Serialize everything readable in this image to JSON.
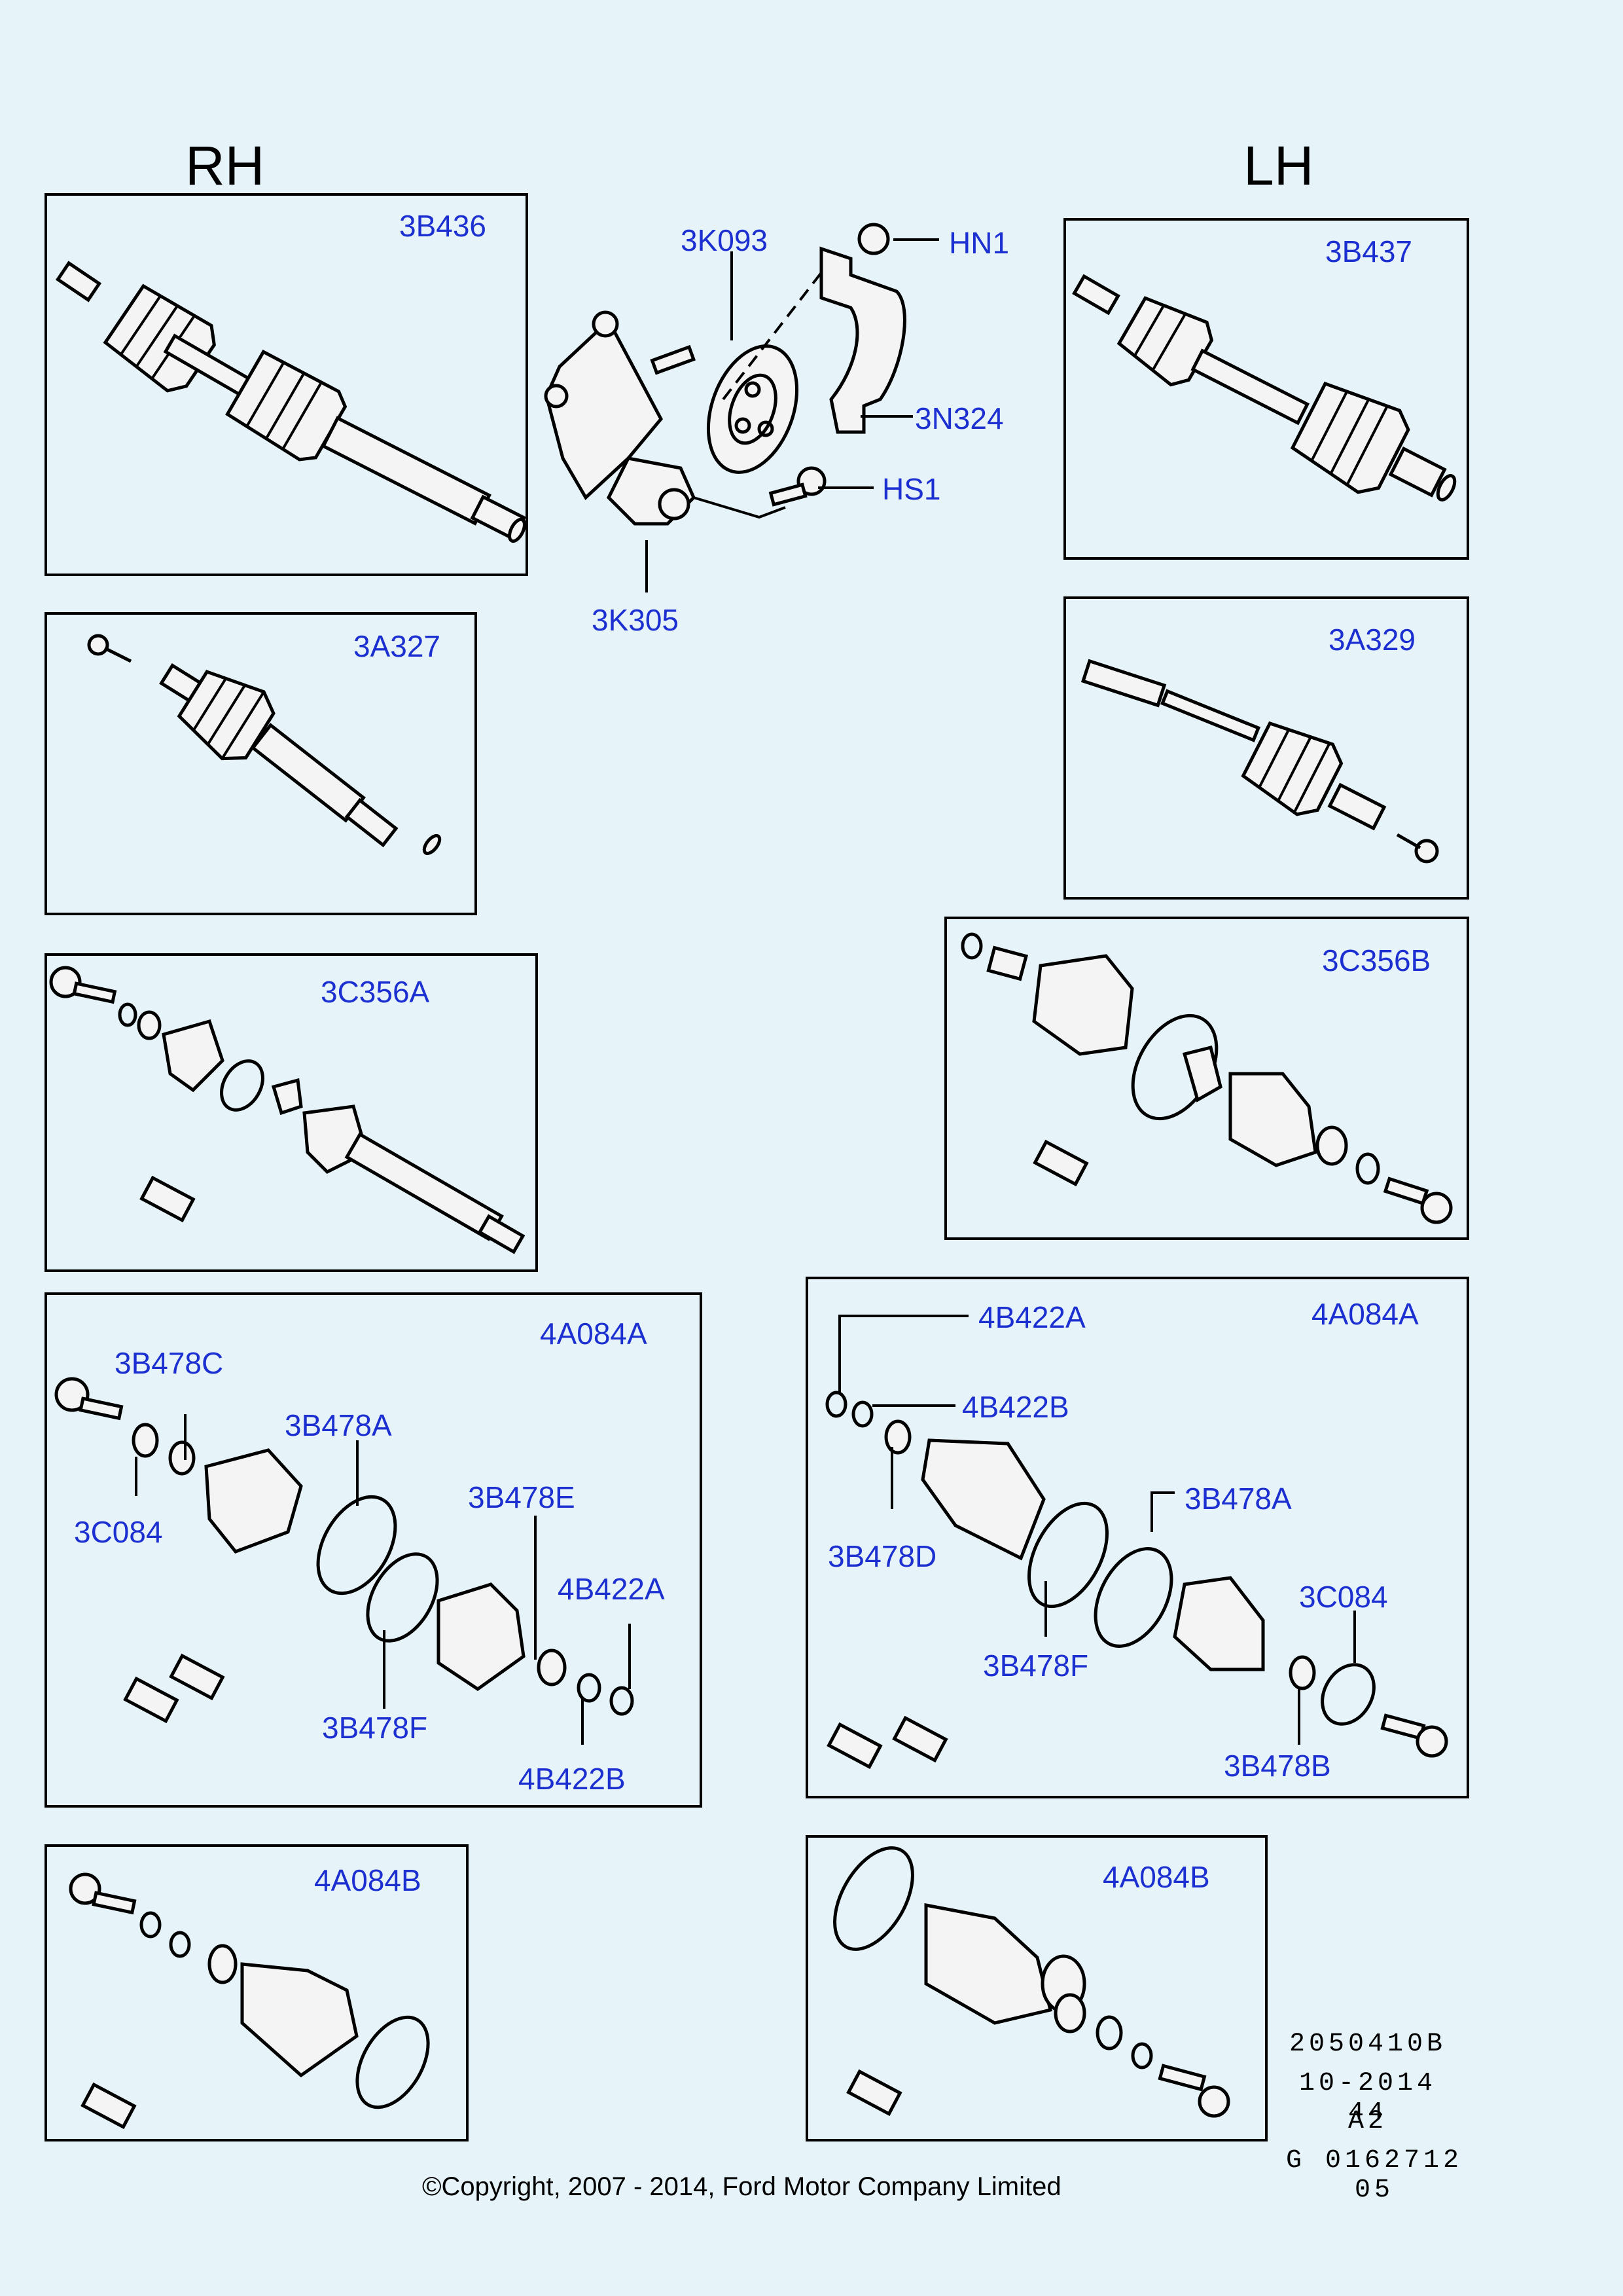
{
  "headers": {
    "rh": "RH",
    "lh": "LH"
  },
  "parts": {
    "p3B436": "3B436",
    "p3K093": "3K093",
    "pHN1": "HN1",
    "p3N324": "3N324",
    "pHS1": "HS1",
    "p3K305": "3K305",
    "p3B437": "3B437",
    "p3A327": "3A327",
    "p3A329": "3A329",
    "p3C356A": "3C356A",
    "p3C356B": "3C356B",
    "rh4A084A": "4A084A",
    "rh3B478C": "3B478C",
    "rh3C084": "3C084",
    "rh3B478A": "3B478A",
    "rh3B478E": "3B478E",
    "rh4B422A": "4B422A",
    "rh3B478F": "3B478F",
    "rh4B422B": "4B422B",
    "lh4A084A": "4A084A",
    "lh4B422A": "4B422A",
    "lh4B422B": "4B422B",
    "lh3B478D": "3B478D",
    "lh3B478A": "3B478A",
    "lh3C084": "3C084",
    "lh3B478F": "3B478F",
    "lh3B478B": "3B478B",
    "rh4A084B": "4A084B",
    "lh4A084B": "4A084B"
  },
  "reference": {
    "line1": "2050410B",
    "line2": "10-2014 44",
    "line3": "A2",
    "line4": "G 0162712 05"
  },
  "copyright": "©Copyright, 2007 - 2014, Ford Motor Company Limited",
  "colors": {
    "background": "#e6f3f9",
    "label": "#1c2fd0",
    "line": "#000000"
  }
}
